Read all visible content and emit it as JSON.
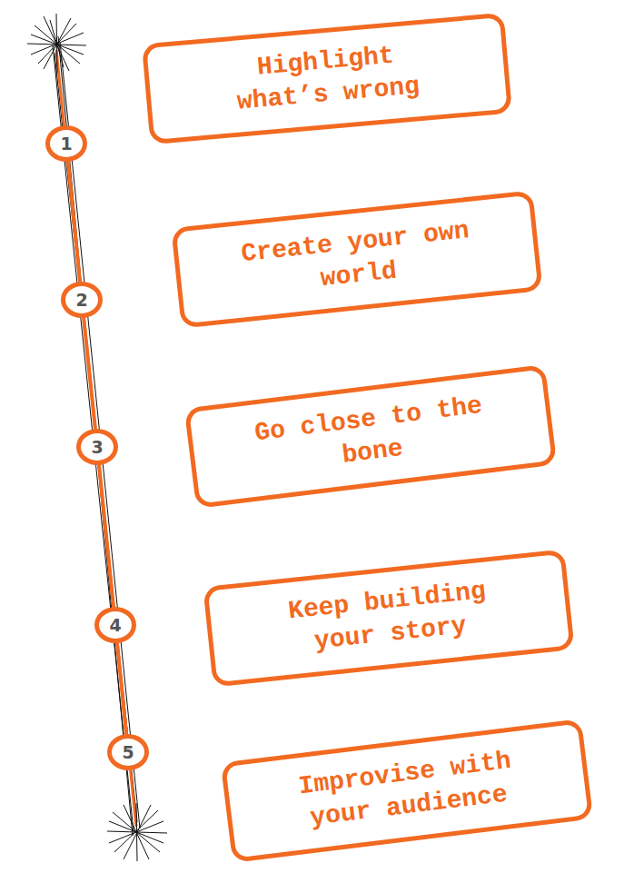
{
  "diagram": {
    "nodes": [
      {
        "text": [
          "1"
        ]
      },
      {
        "text": [
          "Highlight what’s wrong"
        ]
      },
      {
        "text": [
          "2"
        ]
      },
      {
        "text": [
          "Create your own world"
        ]
      },
      {
        "text": [
          "3"
        ]
      },
      {
        "text": [
          "Go close to the bone"
        ]
      },
      {
        "text": [
          "4"
        ]
      },
      {
        "text": [
          "Keep building your story"
        ]
      },
      {
        "text": [
          "5"
        ]
      },
      {
        "text": [
          "Improvise with your audience"
        ]
      }
    ],
    "edges": [
      {
        "from": 0,
        "to": 2,
        "arrow": "none"
      },
      {
        "from": 2,
        "to": 4,
        "arrow": "none"
      },
      {
        "from": 4,
        "to": 6,
        "arrow": "none"
      },
      {
        "from": 6,
        "to": 8,
        "arrow": "none"
      }
    ]
  }
}
